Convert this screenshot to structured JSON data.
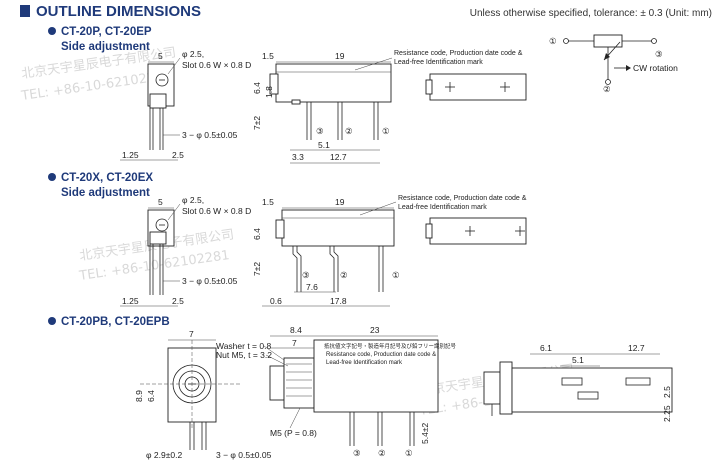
{
  "header": {
    "title": "OUTLINE DIMENSIONS",
    "tolerance_note": "Unless otherwise specified, tolerance: ± 0.3 (Unit: mm)"
  },
  "watermark": {
    "line1": "北京天宇星辰电子有限公司",
    "line2": "TEL: +86-10-62102281"
  },
  "symbol": {
    "pin1": "①",
    "pin2": "②",
    "pin3": "③",
    "cw_label": "CW rotation"
  },
  "sections": [
    {
      "title": "CT-20P, CT-20EP",
      "subtitle": "Side adjustment",
      "dims": {
        "d5": "5",
        "shaft": "φ 2.5,",
        "slot": "Slot  0.6 W × 0.8 D",
        "pins": "3 − φ 0.5±0.05",
        "d125": "1.25",
        "d25": "2.5",
        "d15": "1.5",
        "d19": "19",
        "d64": "6.4",
        "d18": "1.8",
        "d72": "7±2",
        "d33": "3.3",
        "d51": "5.1",
        "d127": "12.7",
        "marking": "Resistance code, Production date code &",
        "marking2": "Lead-free Identification mark"
      }
    },
    {
      "title": "CT-20X, CT-20EX",
      "subtitle": "Side adjustment",
      "dims": {
        "d5": "5",
        "shaft": "φ 2.5,",
        "slot": "Slot  0.6 W × 0.8 D",
        "pins": "3 − φ 0.5±0.05",
        "d125": "1.25",
        "d25": "2.5",
        "d15": "1.5",
        "d19": "19",
        "d64": "6.4",
        "d72": "7±2",
        "d06": "0.6",
        "d76": "7.6",
        "d178": "17.8",
        "marking": "Resistance code, Production date code &",
        "marking2": "Lead-free Identification mark"
      }
    },
    {
      "title": "CT-20PB, CT-20EPB",
      "dims": {
        "d7": "7",
        "d89": "8.9",
        "d64": "6.4",
        "d29": "φ 2.9±0.2",
        "pins": "3 − φ 0.5±0.05",
        "d84": "8.4",
        "d23": "23",
        "washer": "Washer  t = 0.8",
        "nut": "Nut  M5, t = 3.2",
        "m5": "M5 (P = 0.8)",
        "d54": "5.4±2",
        "d7b": "7",
        "marking_jp": "抵抗値文字記号・製造年月記号及び鉛フリー識別記号",
        "marking": "Resistance code, Production date code &",
        "marking2": "Lead-free Identification mark",
        "d61": "6.1",
        "d51": "5.1",
        "d127": "12.7",
        "d25": "2.5",
        "d225": "2.25"
      }
    }
  ]
}
